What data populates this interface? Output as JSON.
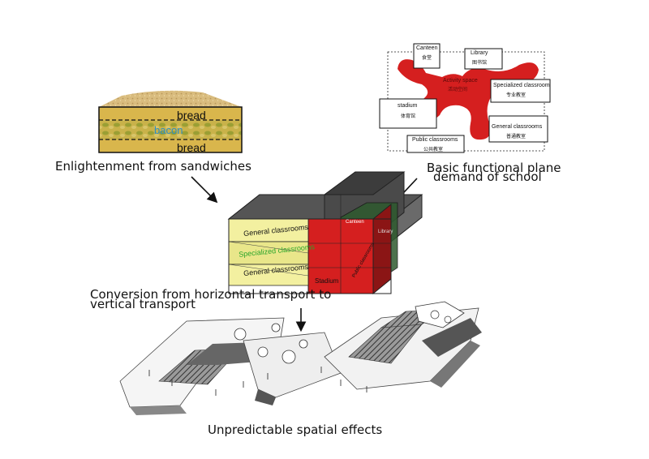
{
  "captions": {
    "sandwich": "Enlightenment from sandwiches",
    "plane_line1": "Basic functional plane",
    "plane_line2": "demand of school",
    "conversion_line1": "Conversion from horizontal transport to",
    "conversion_line2": "vertical transport",
    "effects": "Unpredictable spatial effects"
  },
  "sandwich": {
    "layer_top": "bread",
    "layer_middle": "bacon",
    "layer_bottom": "bread"
  },
  "plane": {
    "canteen_en": "Canteen",
    "canteen_zh": "食堂",
    "library_en": "Library",
    "library_zh": "图书馆",
    "activity_en": "Activity space",
    "activity_zh": "活动空间",
    "specialized_en": "Specialized classroom",
    "specialized_zh": "专业教室",
    "stadium_en": "stadium",
    "stadium_zh": "体育馆",
    "general_en": "General classrooms",
    "general_zh": "普通教室",
    "public_en": "Public classrooms",
    "public_zh": "公共教室"
  },
  "massing": {
    "floor_top": "General classrooms",
    "floor_mid": "Specialized classrooms",
    "floor_bottom": "General classrooms",
    "stadium": "Stadium",
    "canteen": "Canteen",
    "library": "Library",
    "public": "Public classrooms"
  },
  "colors": {
    "bread": "#e8cc7a",
    "bacon_text": "#2e8fc4",
    "activity_red": "#d51f1f",
    "floor_yellow": "#f3f0a0",
    "specialized_green": "#2aa52a"
  }
}
